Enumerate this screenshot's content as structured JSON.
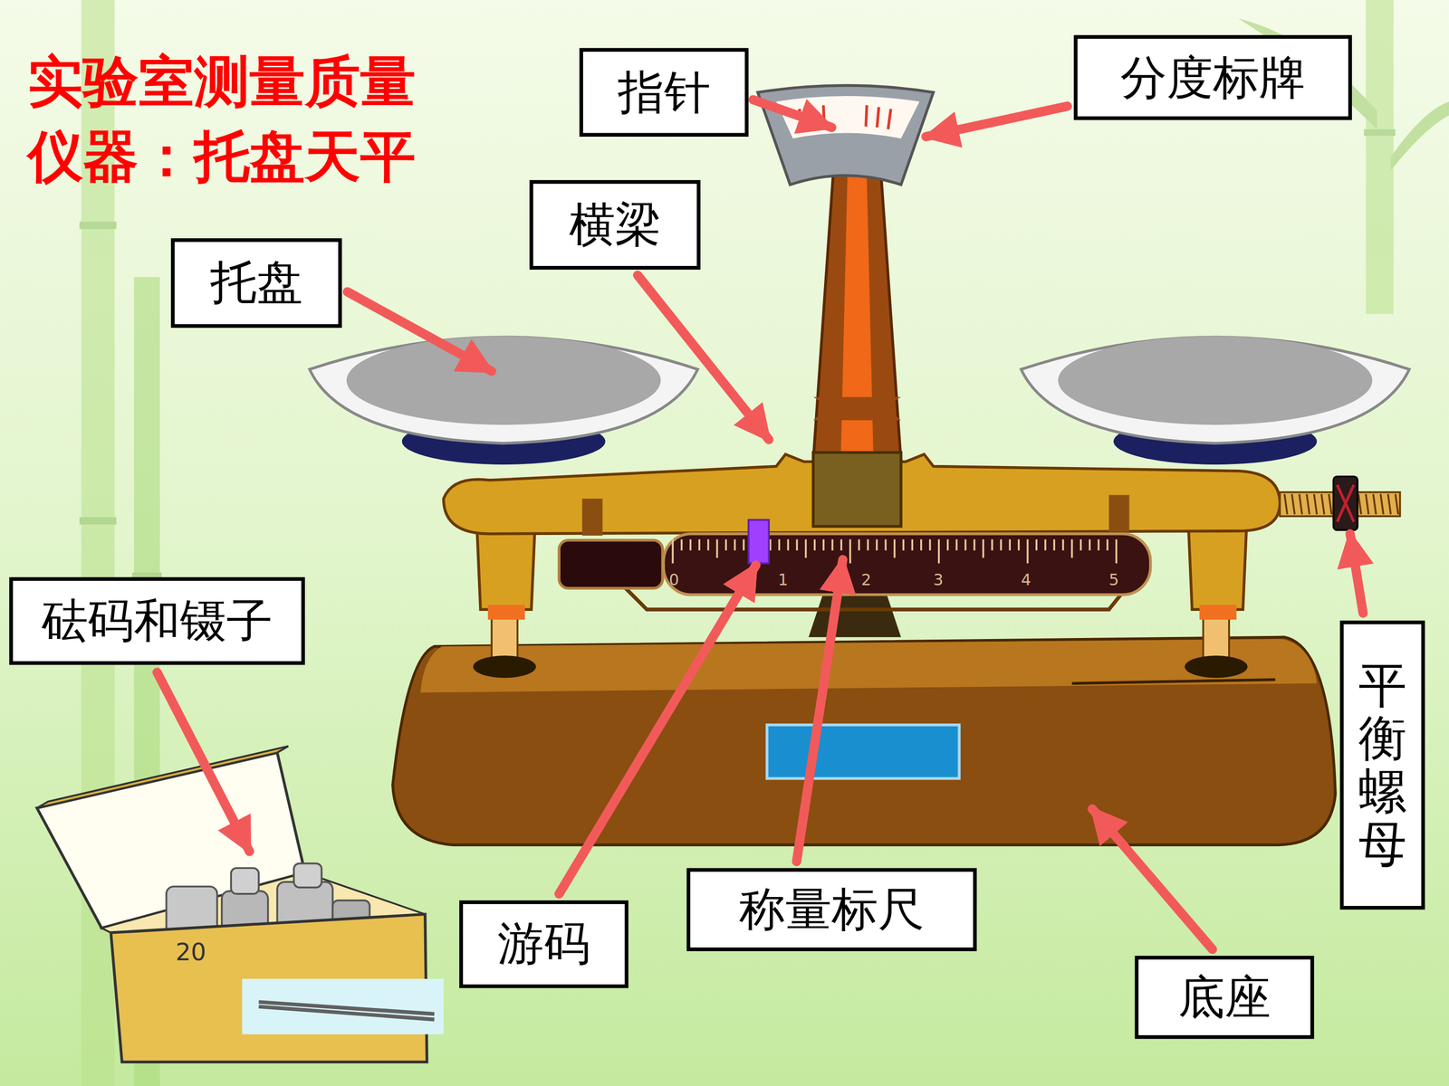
{
  "diagram": {
    "title": "实验室测量质量 仪器：托盘天平",
    "nodes": [
      {
        "text": [
          "指针"
        ]
      },
      {
        "text": [
          "分度标牌"
        ]
      },
      {
        "text": [
          "横梁"
        ]
      },
      {
        "text": [
          "托盘"
        ]
      },
      {
        "text": [
          "砝码和镊子"
        ]
      },
      {
        "text": [
          "平衡螺母"
        ]
      },
      {
        "text": [
          "游码"
        ]
      },
      {
        "text": [
          "称量标尺"
        ]
      },
      {
        "text": [
          "底座"
        ]
      }
    ],
    "labels": [
      "0",
      "1",
      "2",
      "3",
      "4",
      "5",
      "20"
    ]
  }
}
